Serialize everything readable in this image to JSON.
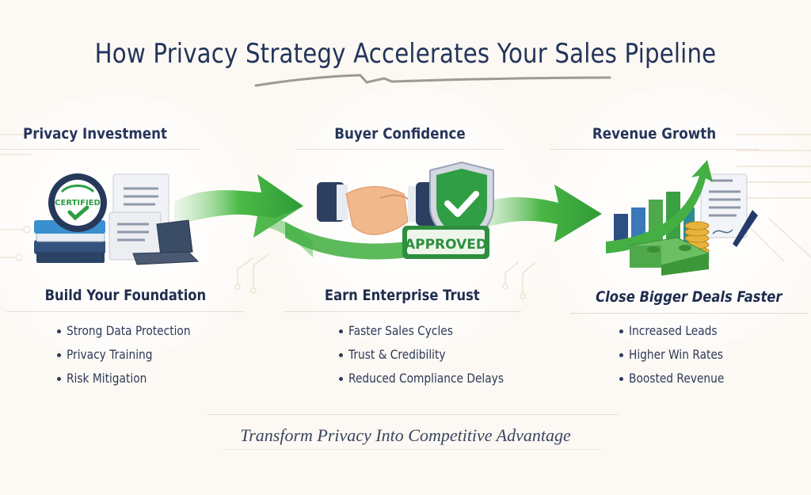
{
  "title": "How Privacy Strategy Accelerates Your Sales Pipeline",
  "colors": {
    "background": "#fcf8f3",
    "title": "#23345b",
    "arrow_green": "#3fae3f",
    "accent_navy": "#1f2d4e",
    "check_green": "#2e9e44"
  },
  "stages": [
    {
      "heading": "Privacy Investment",
      "illustration": "certified-badge-documents-laptop",
      "badge_label": "CERTIFIED",
      "subheading": "Build Your Foundation",
      "bullets": [
        "Strong Data Protection",
        "Privacy Training",
        "Risk Mitigation"
      ]
    },
    {
      "heading": "Buyer Confidence",
      "illustration": "handshake-shield-approved",
      "badge_label": "APPROVED",
      "subheading": "Earn Enterprise Trust",
      "bullets": [
        "Faster Sales Cycles",
        "Trust & Credibility",
        "Reduced Compliance Delays"
      ]
    },
    {
      "heading": "Revenue Growth",
      "illustration": "growth-chart-money-contract",
      "subheading": "Close Bigger Deals Faster",
      "bullets": [
        "Increased Leads",
        "Higher Win Rates",
        "Boosted Revenue"
      ]
    }
  ],
  "footer": "Transform Privacy Into Competitive Advantage"
}
